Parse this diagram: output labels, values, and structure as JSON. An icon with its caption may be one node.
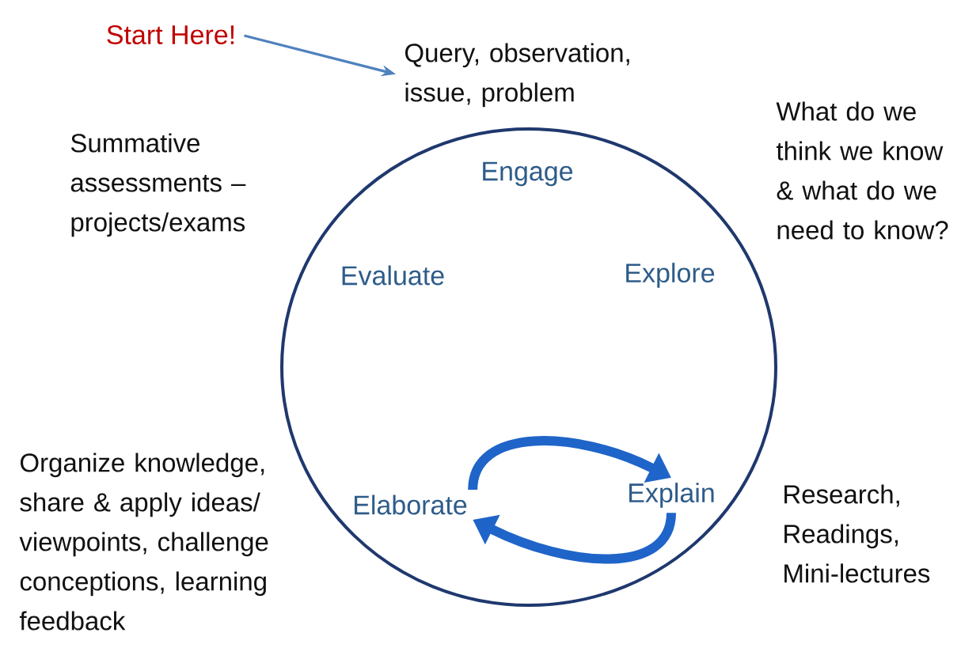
{
  "diagram": {
    "nodes": [
      {
        "text": [
          "Start Here!"
        ]
      },
      {
        "text": [
          "Query, observation, issue, problem"
        ]
      },
      {
        "text": [],
        "shape": "circle"
      },
      {
        "text": [
          "Engage"
        ],
        "in": 2
      },
      {
        "text": [
          "Evaluate"
        ],
        "in": 2
      },
      {
        "text": [
          "Explore"
        ],
        "in": 2
      },
      {
        "text": [
          "Elaborate"
        ],
        "in": 2
      },
      {
        "text": [
          "Explain"
        ],
        "in": 2
      }
    ],
    "edges": [
      {
        "from": 0,
        "to": 1,
        "arrow": "to",
        "color": "#4f81bd"
      },
      {
        "from": 6,
        "to": 7,
        "arrow": "to"
      },
      {
        "from": 7,
        "to": 6,
        "arrow": "to"
      }
    ],
    "labels": [
      "Summative assessments – projects/exams",
      "What do we think we know & what do we need to know?",
      "Organize knowledge, share & apply ideas/ viewpoints, challenge conceptions, learning feedback",
      "Research, Readings, Mini-lectures"
    ]
  }
}
